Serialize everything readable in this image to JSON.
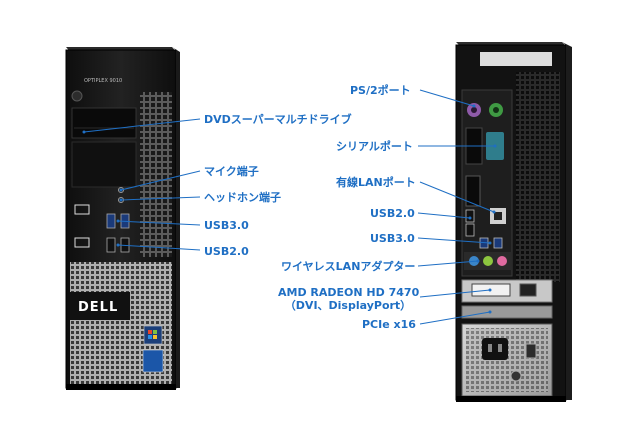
{
  "front": {
    "model_badge": "OPTIPLEX 9010",
    "brand_logo": "DELL",
    "labels": {
      "dvd": "DVDスーパーマルチドライブ",
      "mic": "マイク端子",
      "headphone": "ヘッドホン端子",
      "usb3": "USB3.0",
      "usb2": "USB2.0"
    }
  },
  "back": {
    "labels": {
      "ps2": "PS/2ポート",
      "serial": "シリアルポート",
      "lan": "有線LANポート",
      "usb2": "USB2.0",
      "usb3": "USB3.0",
      "wlan": "ワイヤレスLANアダプター",
      "gpu_line1": "AMD RADEON HD 7470",
      "gpu_line2": "（DVI、DisplayPort）",
      "pcie": "PCIe x16"
    }
  },
  "colors": {
    "label": "#1f6fc4",
    "case_black": "#141414",
    "mesh_silver": "#8f8f8f",
    "ps2_purple": "#8e5aa8",
    "ps2_green": "#3f9a43",
    "serial_teal": "#2f7d8c",
    "audio_blue": "#3b86c9",
    "audio_green": "#8dc63f",
    "audio_pink": "#e06aa0"
  }
}
